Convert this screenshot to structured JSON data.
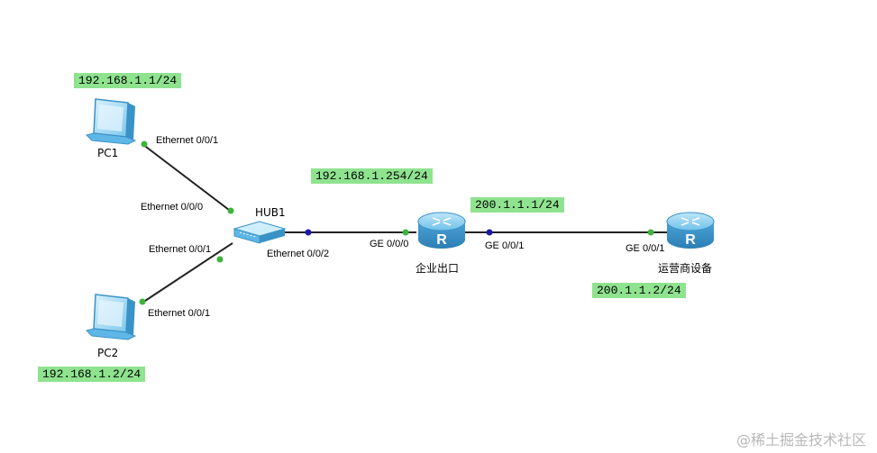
{
  "devices": {
    "pc1": {
      "label": "PC1",
      "ip": "192.168.1.1/24"
    },
    "pc2": {
      "label": "PC2",
      "ip": "192.168.1.2/24"
    },
    "hub": {
      "label": "HUB1"
    },
    "router1": {
      "label": "企业出口",
      "ip_ge000": "192.168.1.254/24",
      "ip_ge001": "200.1.1.1/24"
    },
    "router2": {
      "label": "运营商设备",
      "ip": "200.1.1.2/24"
    }
  },
  "ports": {
    "pc1_eth": "Ethernet 0/0/1",
    "hub_eth0": "Ethernet 0/0/0",
    "hub_eth1": "Ethernet 0/0/1",
    "pc2_eth": "Ethernet 0/0/1",
    "hub_eth2": "Ethernet 0/0/2",
    "r1_ge000": "GE 0/0/0",
    "r1_ge001": "GE 0/0/1",
    "r2_ge001": "GE 0/0/1"
  },
  "watermark": "@稀土掘金技术社区",
  "colors": {
    "ip_label_bg": "#8fe38f",
    "link": "#222222",
    "port_up": "#3cb43c",
    "port_blue": "#1a1aa8",
    "router": "#4aa3d6",
    "pc": "#5fb7e8"
  }
}
